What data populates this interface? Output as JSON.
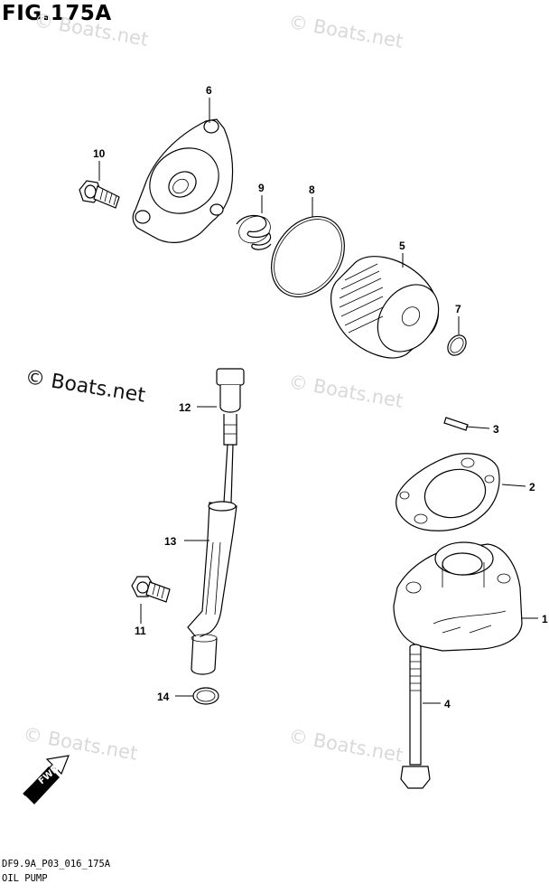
{
  "figure": {
    "title": "FIG.175A"
  },
  "watermarks": [
    {
      "text": "© Boats.net"
    },
    {
      "text": "© Boats.net"
    },
    {
      "text": "© Boats.net"
    },
    {
      "text": "© Boats.net"
    },
    {
      "text": "© Boats.net"
    },
    {
      "text": "© Boats.net"
    }
  ],
  "fwd_label": "FWD",
  "callouts": [
    {
      "id": "1",
      "label": "1"
    },
    {
      "id": "2",
      "label": "2"
    },
    {
      "id": "3",
      "label": "3"
    },
    {
      "id": "4",
      "label": "4"
    },
    {
      "id": "5",
      "label": "5"
    },
    {
      "id": "6",
      "label": "6"
    },
    {
      "id": "7",
      "label": "7"
    },
    {
      "id": "8",
      "label": "8"
    },
    {
      "id": "9",
      "label": "9"
    },
    {
      "id": "10",
      "label": "10"
    },
    {
      "id": "11",
      "label": "11"
    },
    {
      "id": "12",
      "label": "12"
    },
    {
      "id": "13",
      "label": "13"
    },
    {
      "id": "14",
      "label": "14"
    }
  ],
  "footer": {
    "code": "DF9.9A_P03_016_175A",
    "caption": "OIL PUMP"
  }
}
